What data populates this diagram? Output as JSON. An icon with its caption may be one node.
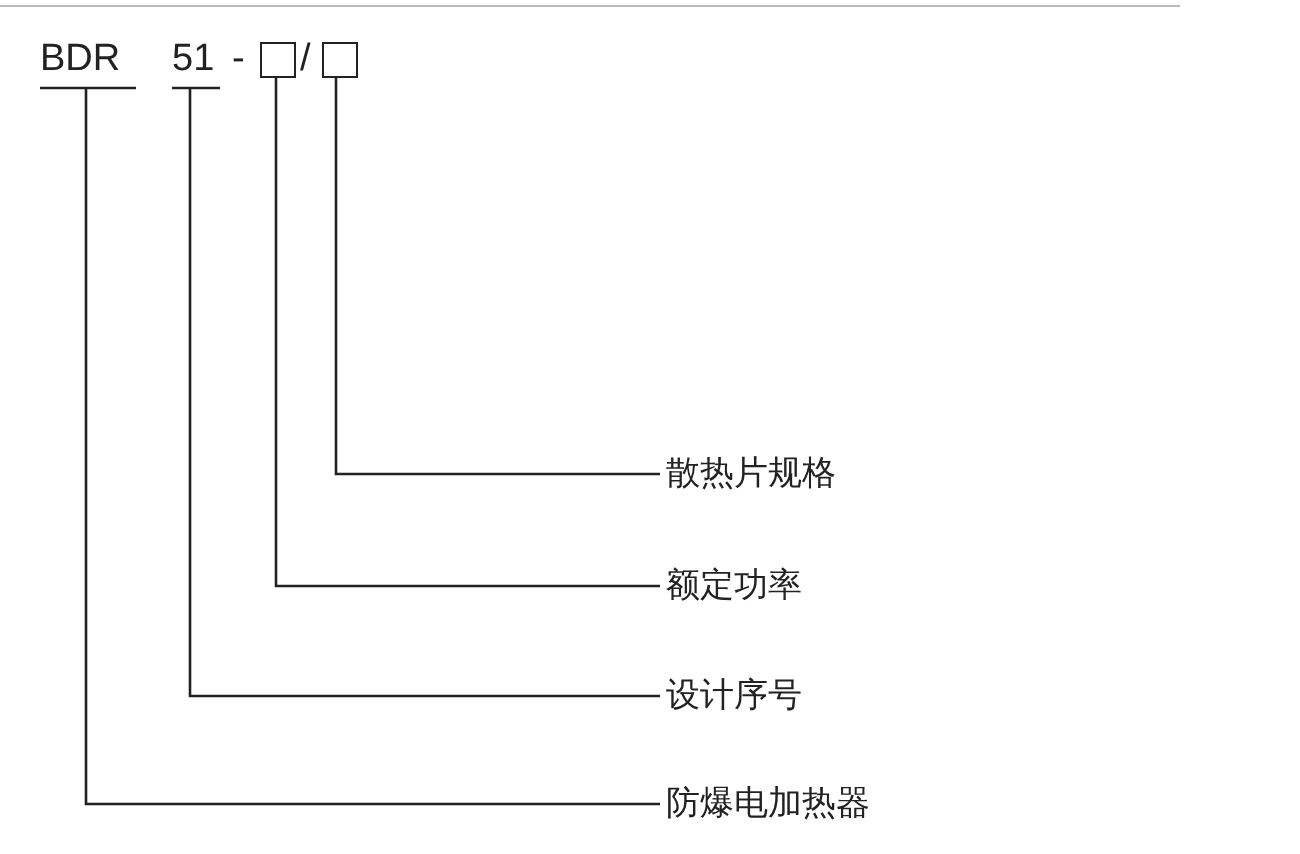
{
  "diagram": {
    "nodes": [
      {
        "text": [
          "BDR"
        ]
      },
      {
        "text": [
          "51"
        ]
      },
      {
        "text": [],
        "shape": "box"
      },
      {
        "text": [],
        "shape": "box"
      },
      {
        "text": [
          "散热片规格"
        ]
      },
      {
        "text": [
          "额定功率"
        ]
      },
      {
        "text": [
          "设计序号"
        ]
      },
      {
        "text": [
          "防爆电加热器"
        ]
      }
    ],
    "edges": [
      {
        "from": 4,
        "to": 3,
        "arrow": "none"
      },
      {
        "from": 5,
        "to": 2,
        "arrow": "none"
      },
      {
        "from": 6,
        "to": 1,
        "arrow": "none"
      },
      {
        "from": 7,
        "to": 0,
        "arrow": "none"
      }
    ],
    "labels": [
      "-",
      "/"
    ]
  }
}
